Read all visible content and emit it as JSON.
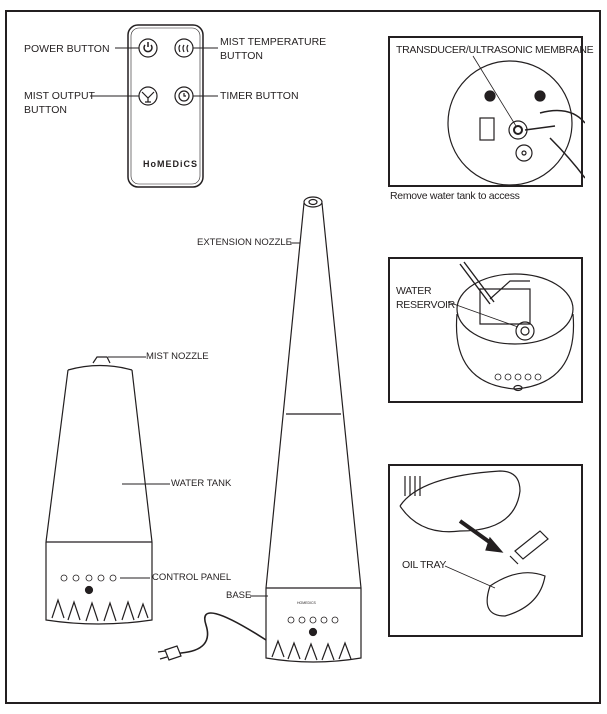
{
  "remote": {
    "brand": "HoMEDiCS",
    "labels": {
      "power": "POWER BUTTON",
      "mist_temperature_1": "MIST TEMPERATURE",
      "mist_temperature_2": "BUTTON",
      "mist_output_1": "MIST OUTPUT",
      "mist_output_2": "BUTTON",
      "timer": "TIMER BUTTON"
    }
  },
  "humidifier": {
    "labels": {
      "extension_nozzle": "EXTENSION NOZZLE",
      "mist_nozzle": "MIST NOZZLE",
      "water_tank": "WATER TANK",
      "control_panel": "CONTROL PANEL",
      "base": "BASE"
    }
  },
  "panels": {
    "transducer": {
      "label": "TRANSDUCER/ULTRASONIC MEMBRANE",
      "caption": "Remove water tank to access"
    },
    "reservoir": {
      "label_1": "WATER",
      "label_2": "RESERVOIR"
    },
    "oil_tray": {
      "label": "OIL TRAY"
    }
  }
}
